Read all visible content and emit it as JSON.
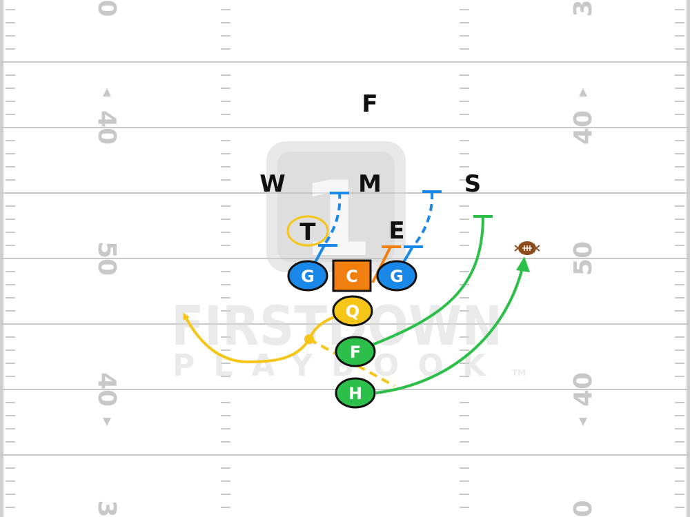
{
  "field": {
    "yard_numbers_left": [
      "0",
      "40",
      "50",
      "40",
      "3"
    ],
    "yard_numbers_right": [
      "3",
      "40",
      "50",
      "40",
      "0"
    ]
  },
  "watermark": {
    "logo_number": "1",
    "line1": "FIRSTDOWN",
    "line2": "PLAYBOOK",
    "tm": "TM"
  },
  "defenders": {
    "free_safety": "F",
    "will": "W",
    "mike": "M",
    "strong_safety": "S",
    "tackle": "T",
    "end": "E"
  },
  "offense": {
    "left_guard": "G",
    "center": "C",
    "right_guard": "G",
    "quarterback": "Q",
    "fullback": "F",
    "halfback": "H"
  },
  "colors": {
    "field_line": "#c8c8c8",
    "guard_blue": "#1a88e8",
    "center_orange": "#f07f10",
    "qb_yellow": "#f5c518",
    "back_green": "#2cc04a",
    "defender_text": "#111111",
    "football_brown": "#8a4a1a"
  }
}
